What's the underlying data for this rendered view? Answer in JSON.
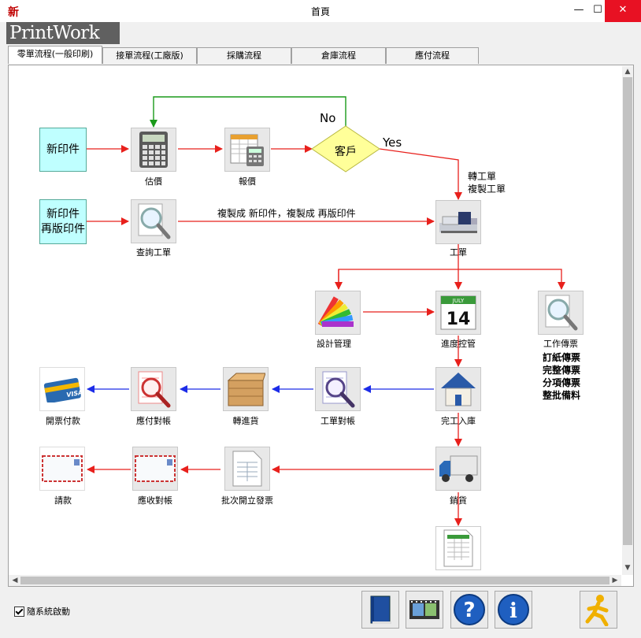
{
  "window": {
    "title": "首頁",
    "app_icon_text": "新",
    "minimize": "—",
    "maximize": "☐",
    "close": "✕"
  },
  "logo": {
    "text": "PrintWork"
  },
  "tabs": [
    {
      "label": "零單流程(一般印刷)",
      "active": true
    },
    {
      "label": "接單流程(工廠版)"
    },
    {
      "label": "採購流程"
    },
    {
      "label": "倉庫流程"
    },
    {
      "label": "應付流程"
    }
  ],
  "flow": {
    "node_new_print": "新印件",
    "node_reprint_line1": "新印件",
    "node_reprint_line2": "再版印件",
    "estimate": "估價",
    "quote": "報價",
    "customer": "客戶",
    "no": "No",
    "yes": "Yes",
    "to_work_order_line1": "轉工單",
    "to_work_order_line2": "複製工單",
    "query_work_order": "查詢工單",
    "copy_note": "複製成  新印件，複製成 再版印件",
    "work_order": "工單",
    "design_mgmt": "設計管理",
    "progress_ctrl": "進度控管",
    "work_ticket": "工作傳票",
    "ticket_list": [
      "訂紙傳票",
      "完整傳票",
      "分項傳票",
      "整批備料"
    ],
    "payment": "開票付款",
    "ap_reconcile": "應付對帳",
    "transfer_purchase": "轉進貨",
    "wo_reconcile": "工單對帳",
    "complete_stock": "完工入庫",
    "request_payment": "請款",
    "ar_reconcile": "應收對帳",
    "batch_invoice": "批次開立發票",
    "ship": "銷貨",
    "calendar_date": "14",
    "calendar_month": "JULY"
  },
  "footer": {
    "autostart_label": "隨系統啟動"
  },
  "colors": {
    "red": "#e8201c",
    "blue": "#1c2ce8",
    "green": "#1a9a1a",
    "diamond": "#ffff99"
  }
}
